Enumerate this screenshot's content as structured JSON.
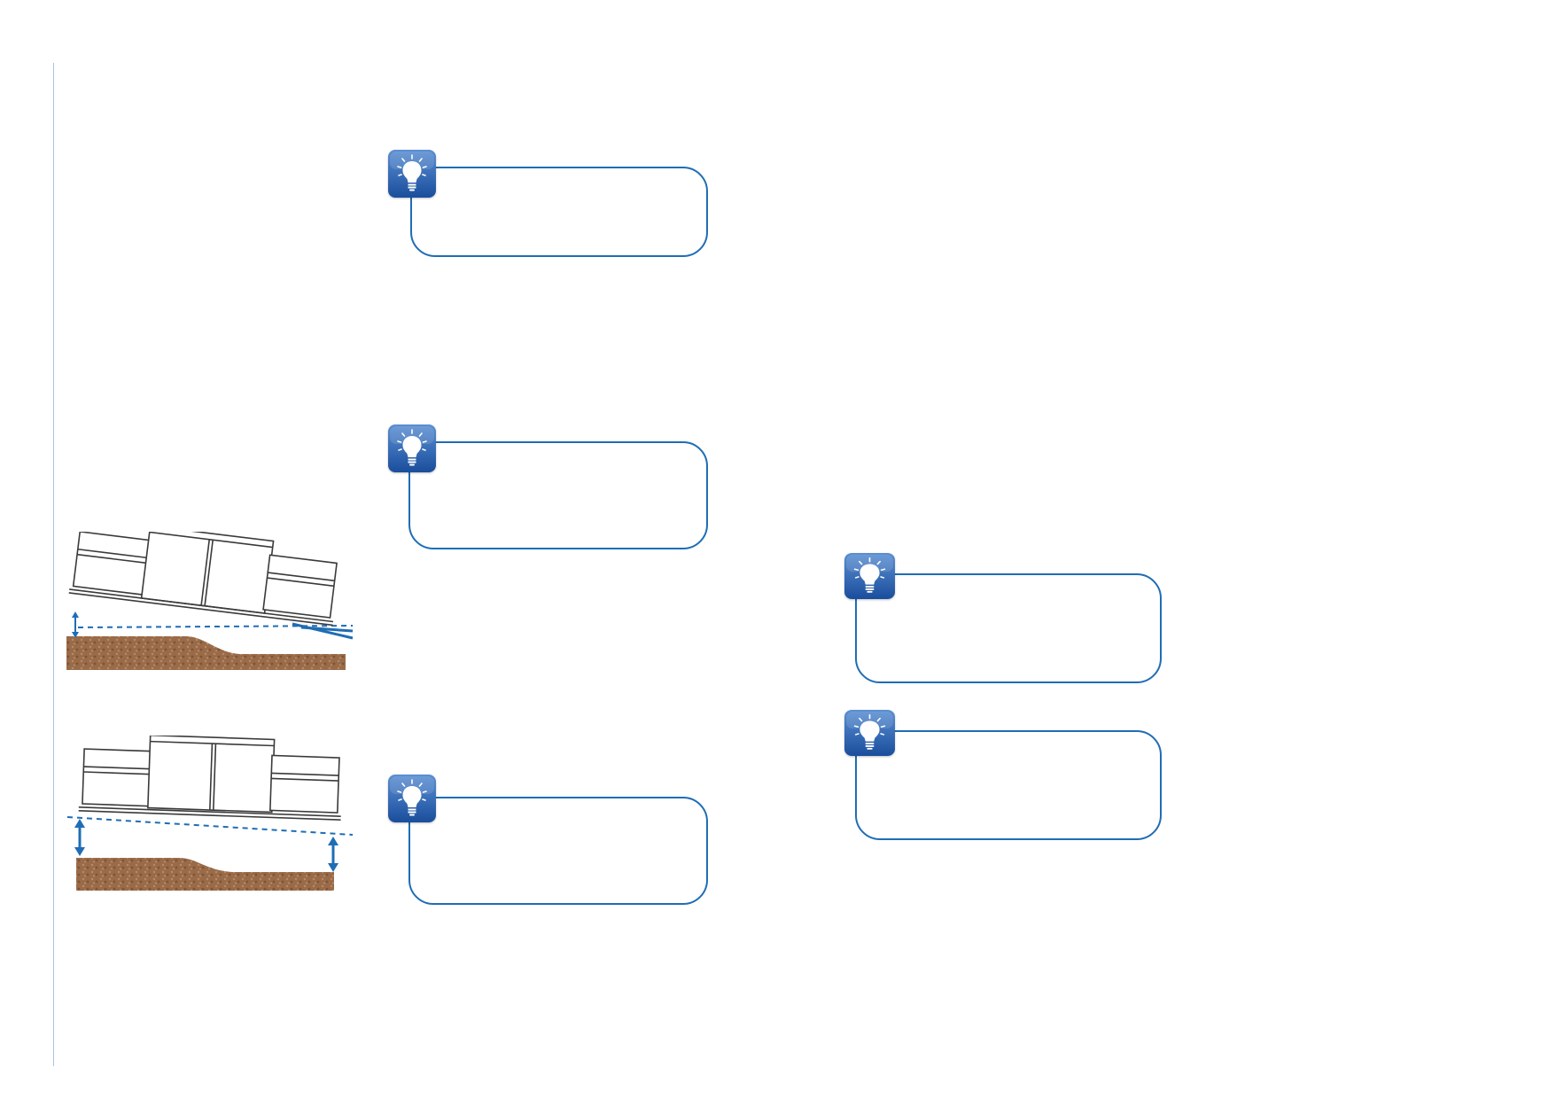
{
  "page": {
    "background": "#ffffff",
    "rule_color": "#a9c3e3"
  },
  "theme": {
    "accent": "#1f6db5",
    "icon_light": "#5b8fd3",
    "icon_dark": "#1a4e9c",
    "soil": "#9a6b49",
    "soil_dark": "#7d5437",
    "line": "#3a3a3a"
  },
  "tips": [
    {
      "id": "tip-1",
      "icon": "lightbulb-icon",
      "text": ""
    },
    {
      "id": "tip-2",
      "icon": "lightbulb-icon",
      "text": ""
    },
    {
      "id": "tip-3",
      "icon": "lightbulb-icon",
      "text": ""
    },
    {
      "id": "tip-4",
      "icon": "lightbulb-icon",
      "text": ""
    },
    {
      "id": "tip-5",
      "icon": "lightbulb-icon",
      "text": ""
    }
  ],
  "illustrations": [
    {
      "id": "tilted-vehicle-on-slope",
      "icon": "vehicle-on-slope-illustration"
    },
    {
      "id": "level-vehicle-clearance",
      "icon": "vehicle-clearance-illustration"
    }
  ]
}
